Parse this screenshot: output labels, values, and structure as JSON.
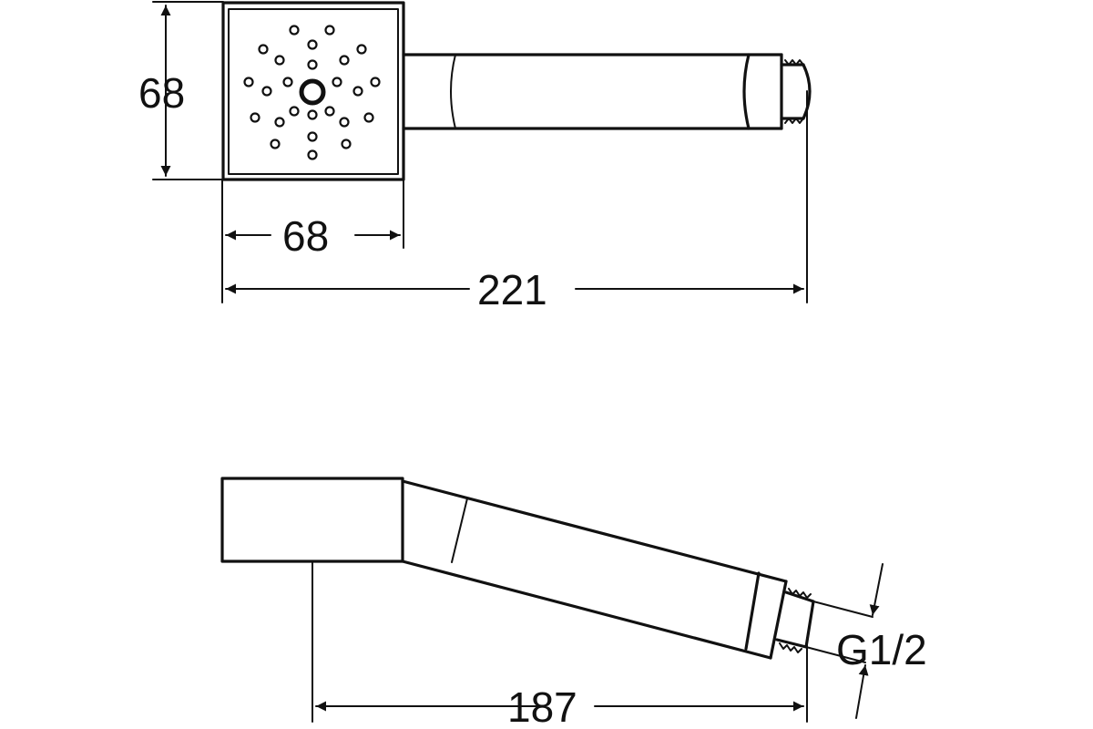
{
  "drawing": {
    "top_view": {
      "dims": {
        "head_height": "68",
        "head_width": "68",
        "overall_length": "221"
      }
    },
    "side_view": {
      "dims": {
        "length": "187",
        "thread": "G1/2"
      }
    },
    "colors": {
      "line": "#111111",
      "background": "#ffffff"
    }
  }
}
